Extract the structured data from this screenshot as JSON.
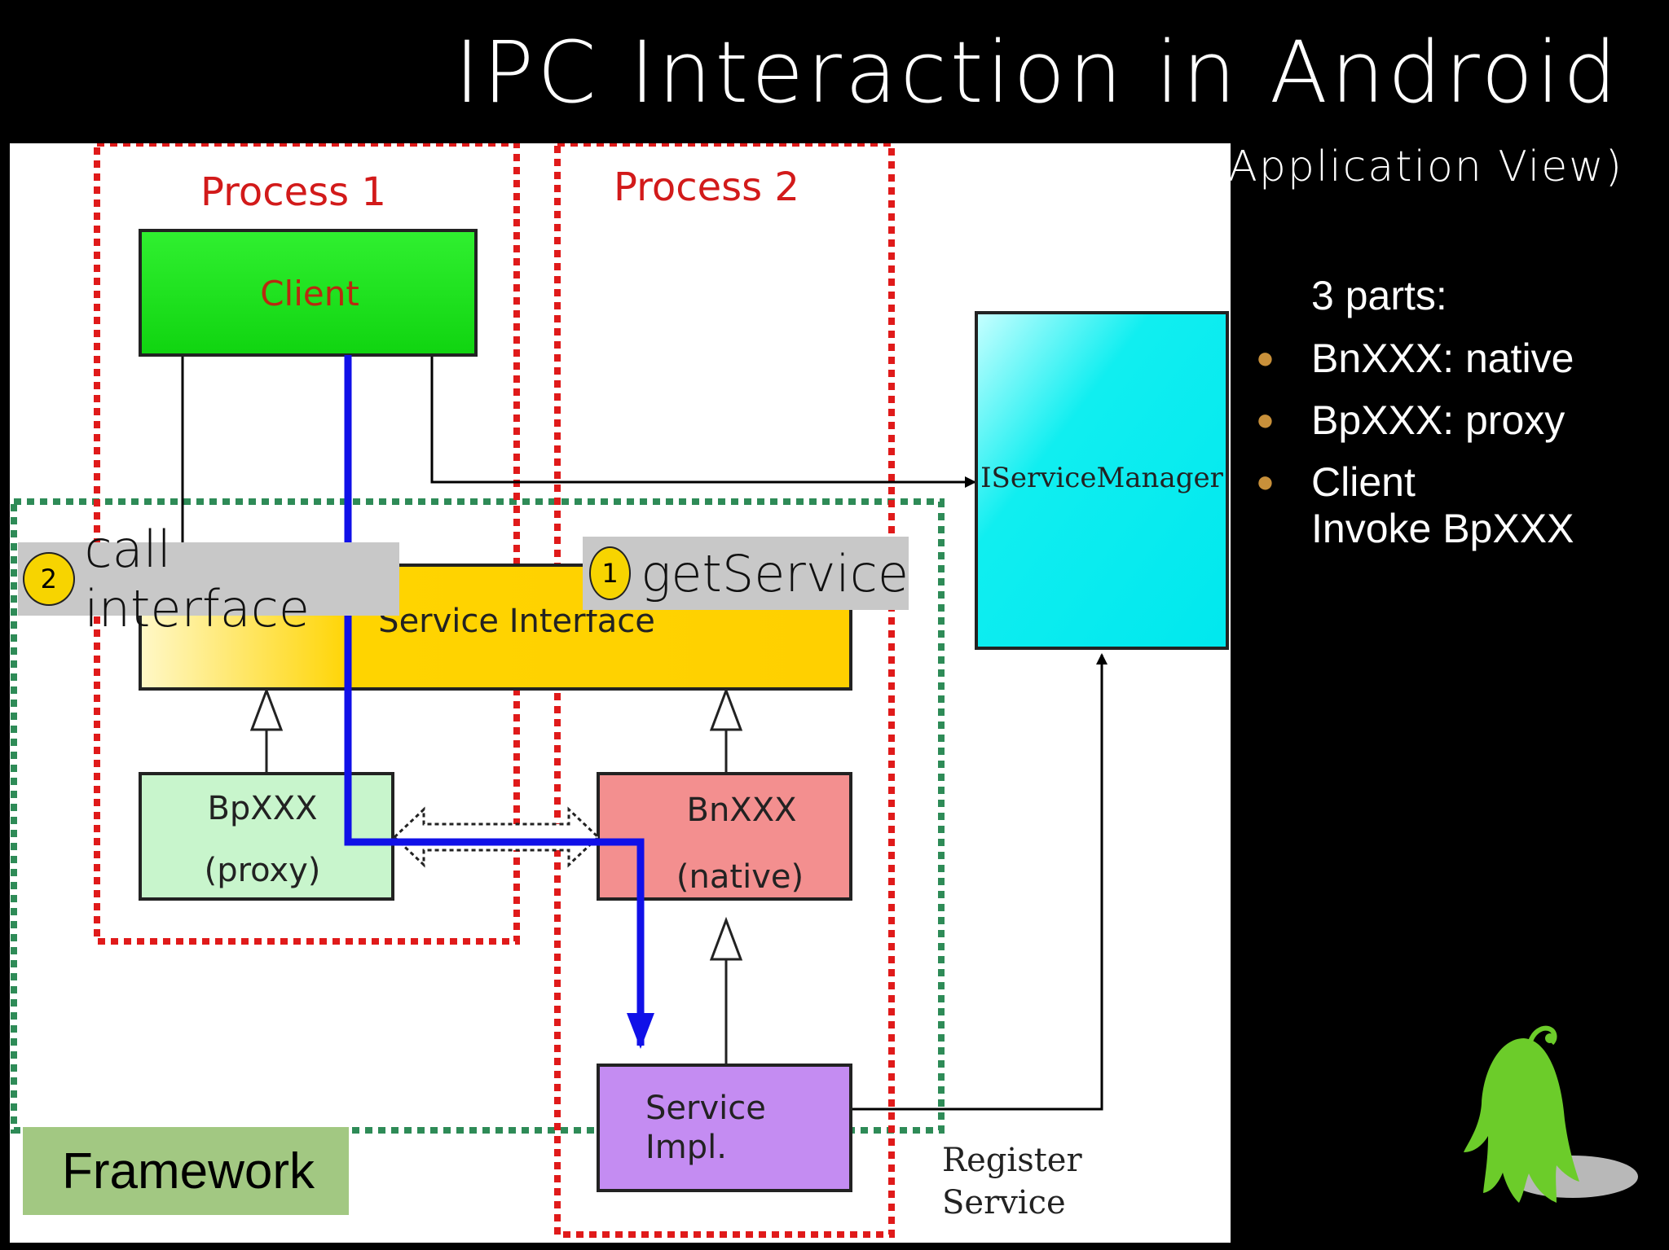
{
  "slide": {
    "title": "IPC Interaction in Android",
    "subtitle": "(Application View)"
  },
  "bullets": {
    "heading": "3 parts:",
    "items": [
      {
        "lines": [
          "BnXXX: native"
        ]
      },
      {
        "lines": [
          "BpXXX: proxy"
        ]
      },
      {
        "lines": [
          "Client",
          "Invoke BpXXX"
        ]
      }
    ]
  },
  "diagram": {
    "process1_label": "Process 1",
    "process2_label": "Process 2",
    "client_label": "Client",
    "service_interface_label": "Service Interface",
    "bpxxx_label": "BpXXX",
    "bpxxx_sub": "(proxy)",
    "bnxxx_label": "BnXXX",
    "bnxxx_sub": "(native)",
    "service_impl_line1": "Service",
    "service_impl_line2": "Impl.",
    "iservicemanager_label": "IServiceManager",
    "register_line1": "Register",
    "register_line2": "Service",
    "framework_label": "Framework",
    "callout_call": {
      "number": "2",
      "text": "call interface"
    },
    "callout_get": {
      "number": "1",
      "text": "getService"
    },
    "colors": {
      "process_border": "#e01a1a",
      "framework_border": "#2e8b57",
      "client_fill": "#18e018",
      "service_interface_fill": "#ffd200",
      "bpxxx_fill": "#c8f5cc",
      "bnxxx_fill": "#f38f8f",
      "service_impl_fill": "#c48cf2",
      "iservicemanager_fill": "#00eef0",
      "flow_line": "#1010e8"
    }
  },
  "mascot": {
    "icon": "green-android-ghost-icon"
  }
}
